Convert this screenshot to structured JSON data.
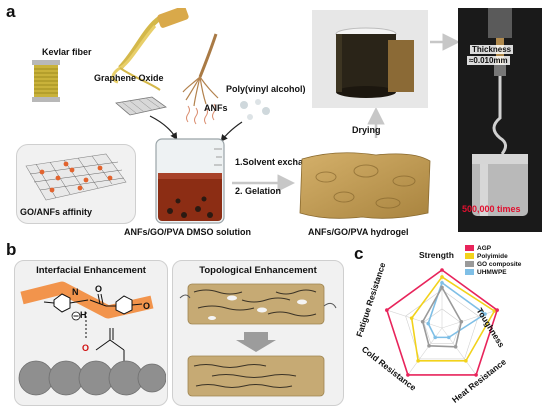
{
  "panel_a": {
    "letter": "a",
    "labels": {
      "kevlar": "Kevlar fiber",
      "graphene_oxide": "Graphene Oxide",
      "anfs": "ANFs",
      "pva": "Poly(vinyl alcohol)",
      "solvent_exchange": "1.Solvent exchange",
      "gelation": "2. Gelation",
      "affinity": "GO/ANFs affinity",
      "solution": "ANFs/GO/PVA DMSO solution",
      "hydrogel": "ANFs/GO/PVA  hydrogel",
      "drying": "Drying",
      "thickness": "Thickness",
      "thickness_value": "≈0.010mm",
      "cycles": "500,000 times"
    }
  },
  "panel_b": {
    "letter": "b",
    "interfacial_title": "Interfacial Enhancement",
    "topological_title": "Topological Enhancement",
    "atoms": {
      "n": "N",
      "o_top": "O",
      "o_right": "O",
      "h": "H",
      "o_hydroxyl": "O"
    }
  },
  "panel_c": {
    "letter": "c",
    "colors": {
      "AGP": "#e8245b",
      "Polyimide": "#f2d21b",
      "GO composite": "#9a9a9a",
      "UHMWPE": "#7fbfe6"
    }
  },
  "chart_data": {
    "type": "radar",
    "axes": [
      "Strength",
      "Toughness",
      "Heat Resistance",
      "Cold Resistance",
      "Fatigue Resistance"
    ],
    "range": [
      0,
      1
    ],
    "series": [
      {
        "name": "AGP",
        "values": [
          1.0,
          1.0,
          1.0,
          1.0,
          1.0
        ]
      },
      {
        "name": "Polyimide",
        "values": [
          0.88,
          0.95,
          0.7,
          0.7,
          0.55
        ]
      },
      {
        "name": "GO composite",
        "values": [
          0.7,
          0.35,
          0.4,
          0.38,
          0.35
        ]
      },
      {
        "name": "UHMWPE",
        "values": [
          0.78,
          0.78,
          0.2,
          0.2,
          0.25
        ]
      }
    ]
  }
}
